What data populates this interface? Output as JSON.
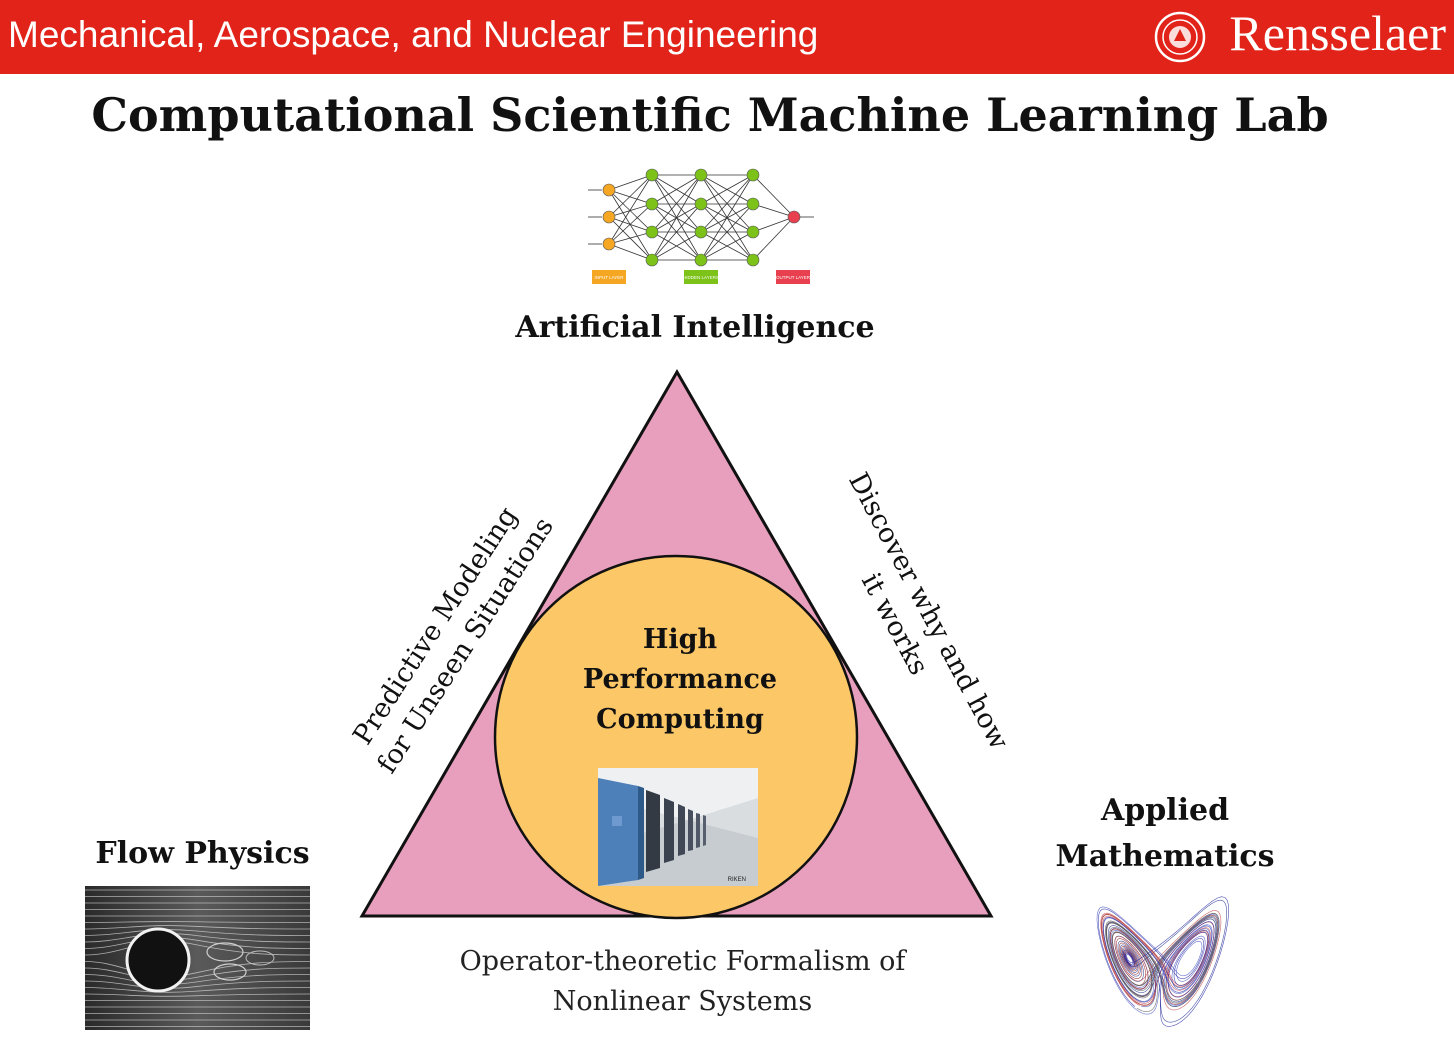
{
  "header": {
    "department": "Mechanical, Aerospace, and Nuclear Engineering",
    "brand": "Rensselaer",
    "background_color": "#e2231a"
  },
  "title": "Computational Scientific Machine Learning Lab",
  "nodes": {
    "artificial_intelligence": "Artificial Intelligence",
    "flow_physics": "Flow Physics",
    "applied_mathematics_line1": "Applied",
    "applied_mathematics_line2": "Mathematics",
    "hpc_line1": "High",
    "hpc_line2": "Performance",
    "hpc_line3": "Computing"
  },
  "edges": {
    "left_line1": "Predictive Modeling",
    "left_line2": "for Unseen Situations",
    "right_line1": "Discover why and how",
    "right_line2": "it works",
    "bottom_line1": "Operator-theoretic Formalism of",
    "bottom_line2": "Nonlinear Systems"
  },
  "network_legend": {
    "input": "INPUT LAYER",
    "hidden": "HIDDEN LAYERS",
    "output": "OUTPUT LAYER"
  },
  "supercomputer_caption": "RIKEN",
  "colors": {
    "triangle": "#e89fbd",
    "circle": "#fcc767",
    "input_node": "#f5a623",
    "hidden_node": "#7cc218",
    "output_node": "#e8404f"
  }
}
